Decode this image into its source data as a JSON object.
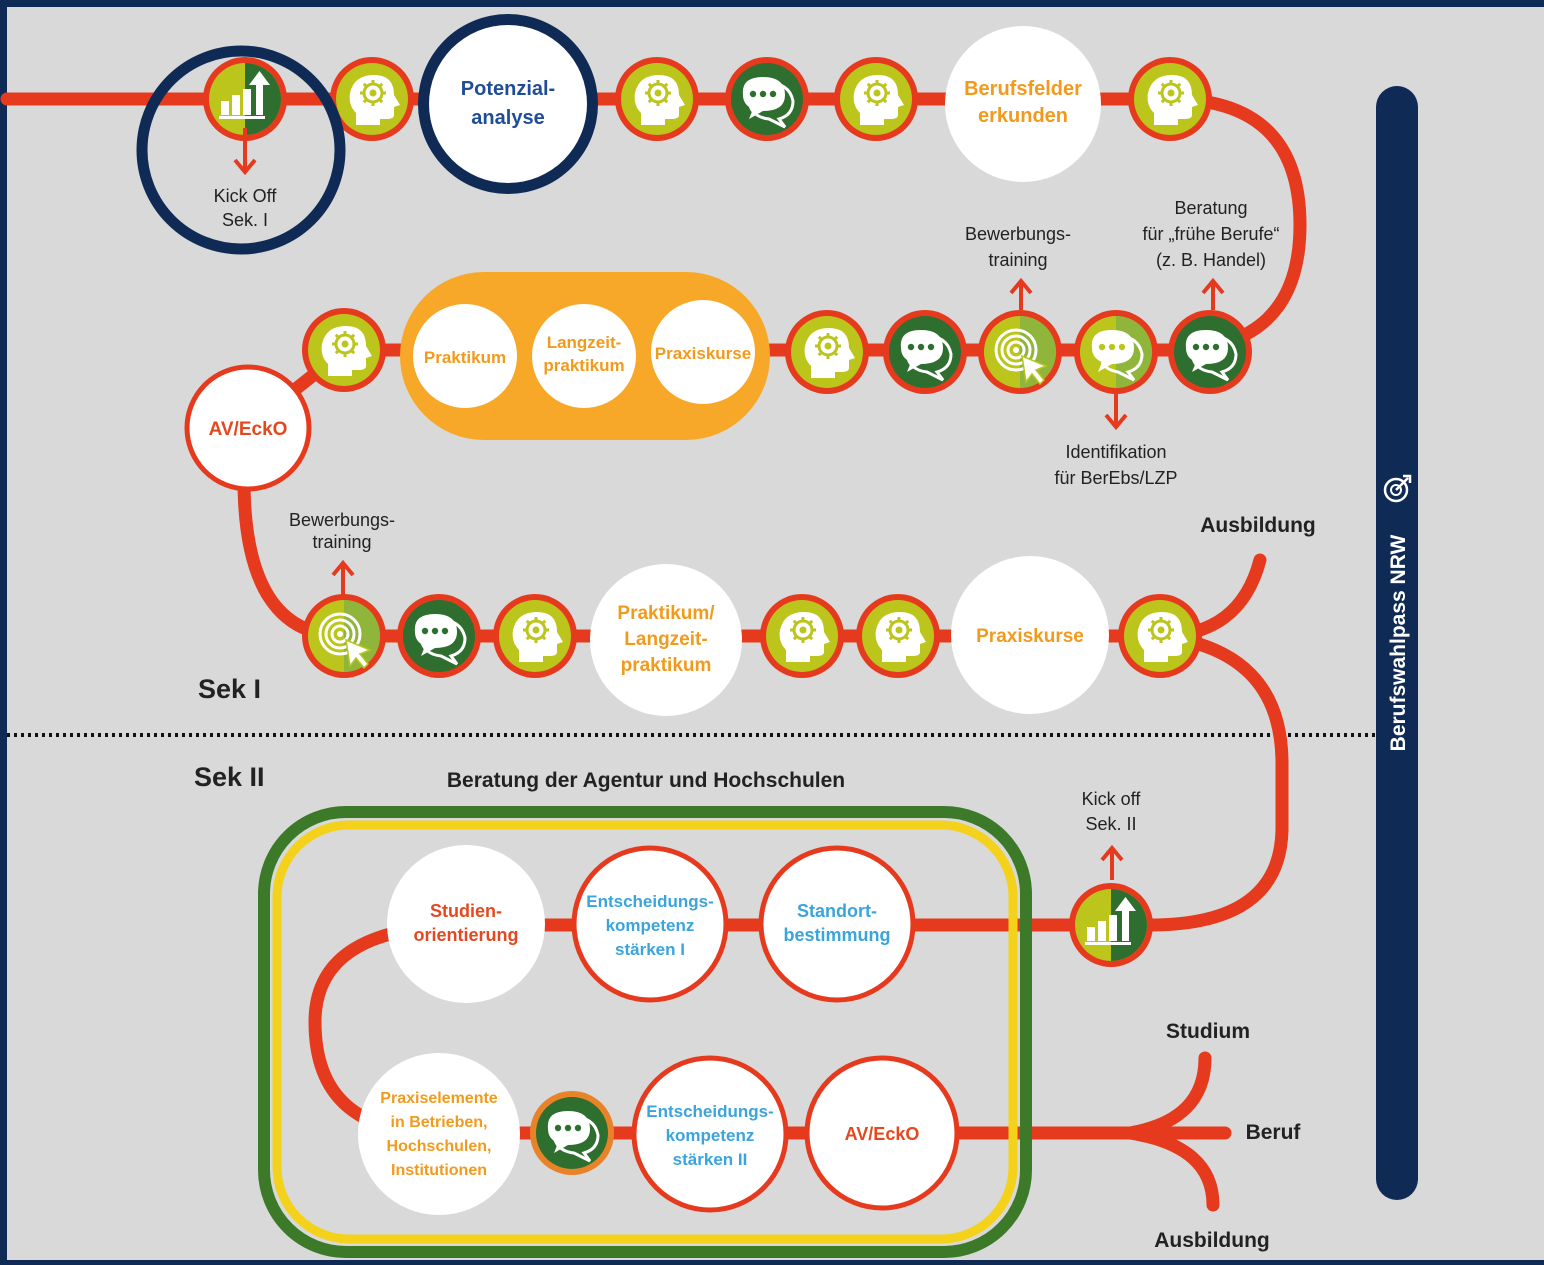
{
  "colors": {
    "background": "#d9d9d9",
    "frame": "#0f2b55",
    "track": "#e63a1e",
    "station_green_light": "#bcc51c",
    "station_green_dark": "#2e6e2e",
    "orange": "#f7a828",
    "orange_text": "#f29a1c",
    "red_text": "#e5481f",
    "blue_text": "#3aa4dd",
    "navy_text": "#1f4d98",
    "highlight_ring": "#0f2b55",
    "box_outer": "#3c7a2a",
    "box_inner": "#f4d21b",
    "white": "#ffffff"
  },
  "icons": [
    "chart-up-icon",
    "head-gear-icon",
    "speech-bubble-icon",
    "target-cursor-icon",
    "target-arrow-icon"
  ],
  "sections": {
    "sek1": "Sek I",
    "sek2": "Sek II"
  },
  "sidebar": {
    "label": "Berufswahlpass NRW"
  },
  "top_row": {
    "kick_off": [
      "Kick Off",
      "Sek. I"
    ],
    "potenzialanalyse": [
      "Potenzial-",
      "analyse"
    ],
    "berufsfelder": [
      "Berufsfelder",
      "erkunden"
    ]
  },
  "middle_row": {
    "beratung": [
      "Beratung",
      "für „frühe Berufe“",
      "(z. B. Handel)"
    ],
    "bewerbungstraining": [
      "Bewerbungs-",
      "training"
    ],
    "identifikation": [
      "Identifikation",
      "für BerEbs/LZP"
    ],
    "praktikum": "Praktikum",
    "langzeit": [
      "Langzeit-",
      "praktikum"
    ],
    "praxiskurse": "Praxiskurse",
    "av_ecko": "AV/EckO"
  },
  "lower_row": {
    "bewerbungstraining": [
      "Bewerbungs-",
      "training"
    ],
    "praktikum_langzeit": [
      "Praktikum/",
      "Langzeit-",
      "praktikum"
    ],
    "praxiskurse": "Praxiskurse",
    "ausbildung": "Ausbildung"
  },
  "sek2_area": {
    "box_title": "Beratung der Agentur und Hochschulen",
    "kick_off": [
      "Kick off",
      "Sek. II"
    ],
    "studienorientierung": [
      "Studien-",
      "orientierung"
    ],
    "entscheidung1": [
      "Entscheidungs-",
      "kompetenz",
      "stärken I"
    ],
    "standort": [
      "Standort-",
      "bestimmung"
    ],
    "praxiselemente": [
      "Praxiselemente",
      "in Betrieben,",
      "Hochschulen,",
      "Institutionen"
    ],
    "entscheidung2": [
      "Entscheidungs-",
      "kompetenz",
      "stärken II"
    ],
    "av_ecko": "AV/EckO",
    "studium": "Studium",
    "beruf": "Beruf",
    "ausbildung": "Ausbildung"
  }
}
